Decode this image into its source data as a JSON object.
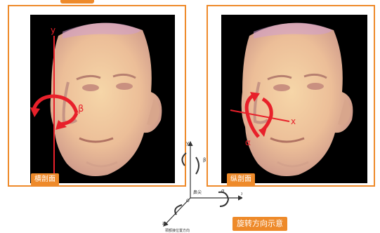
{
  "left_panel": {
    "tag": "横剖面",
    "axis_label": "y",
    "angle_label": "β"
  },
  "right_panel": {
    "tag": "纵剖面",
    "axis_label": "x",
    "angle_label": "α"
  },
  "axes_legend": {
    "y_label": "y",
    "beta_label": "β",
    "x_label": "x",
    "alpha_label": "α",
    "z_label": "z",
    "origin_label": "O",
    "origin_caption": "鼻尖",
    "z_caption": "颈额接位置方向",
    "caption": "旋转方向示意"
  },
  "colors": {
    "accent": "#ee8a2a",
    "rotation": "#e8202a"
  }
}
